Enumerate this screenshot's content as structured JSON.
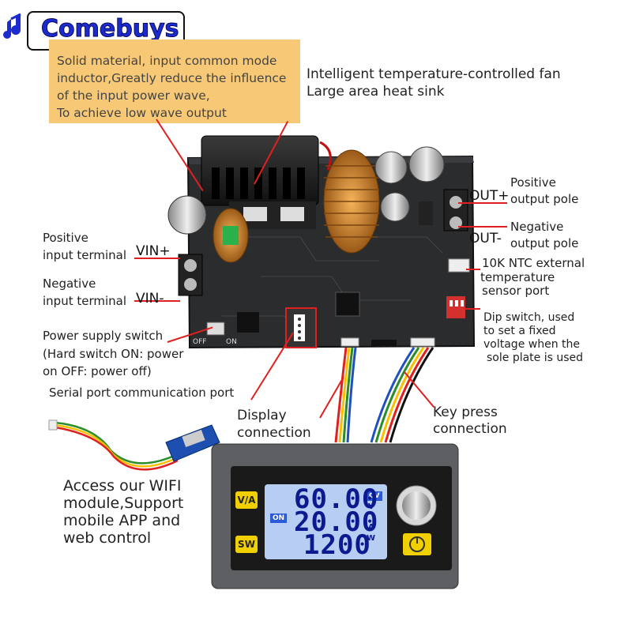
{
  "brand": {
    "name": "Comebuys",
    "accent": "#1b2bd0"
  },
  "callout": {
    "text": "Solid material, input common mode\ninductor,Greatly reduce the influence\nof the input power wave,\nTo achieve low wave output",
    "bg": "#f7c977"
  },
  "labels": {
    "fan": "Intelligent temperature-controlled fan",
    "heatsink": "Large area heat sink",
    "pos_input_1": "Positive",
    "pos_input_2": "input terminal",
    "vin_plus": "VIN+",
    "neg_input_1": "Negative",
    "neg_input_2": "input terminal",
    "vin_minus": "VIN-",
    "power_switch_1": "Power supply switch",
    "power_switch_2": "(Hard switch ON: power",
    "power_switch_3": "on OFF: power off)",
    "serial_port": "Serial port communication port",
    "out_plus": "OUT+",
    "pos_output_1": "Positive",
    "pos_output_2": "output pole",
    "out_minus": "OUT-",
    "neg_output_1": "Negative",
    "neg_output_2": "output pole",
    "ntc_1": "10K NTC external",
    "ntc_2": "temperature",
    "ntc_3": "sensor port",
    "dip_1": "Dip switch, used",
    "dip_2": "to set a fixed",
    "dip_3": "voltage when the",
    "dip_4": "sole plate is used",
    "display_1": "Display",
    "display_2": "connection",
    "key_1": "Key press",
    "key_2": "connection",
    "wifi_1": "Access our WIFI",
    "wifi_2": "module,Support",
    "wifi_3": "mobile APP and",
    "wifi_4": "web control"
  },
  "pcb_marks": {
    "off": "OFF",
    "on": "ON"
  },
  "display": {
    "va_button": "V/A",
    "sw_button": "SW",
    "on_badge": "ON",
    "cv_badge": "CV",
    "voltage": "60.00",
    "voltage_unit": "V",
    "current": "20.00",
    "current_unit": "A",
    "power": "1200",
    "power_unit": "W"
  },
  "colors": {
    "pointer": "#e02020",
    "pcb": "#2a2c2e",
    "lcd": "#b8cdf2",
    "button": "#f0d000"
  }
}
